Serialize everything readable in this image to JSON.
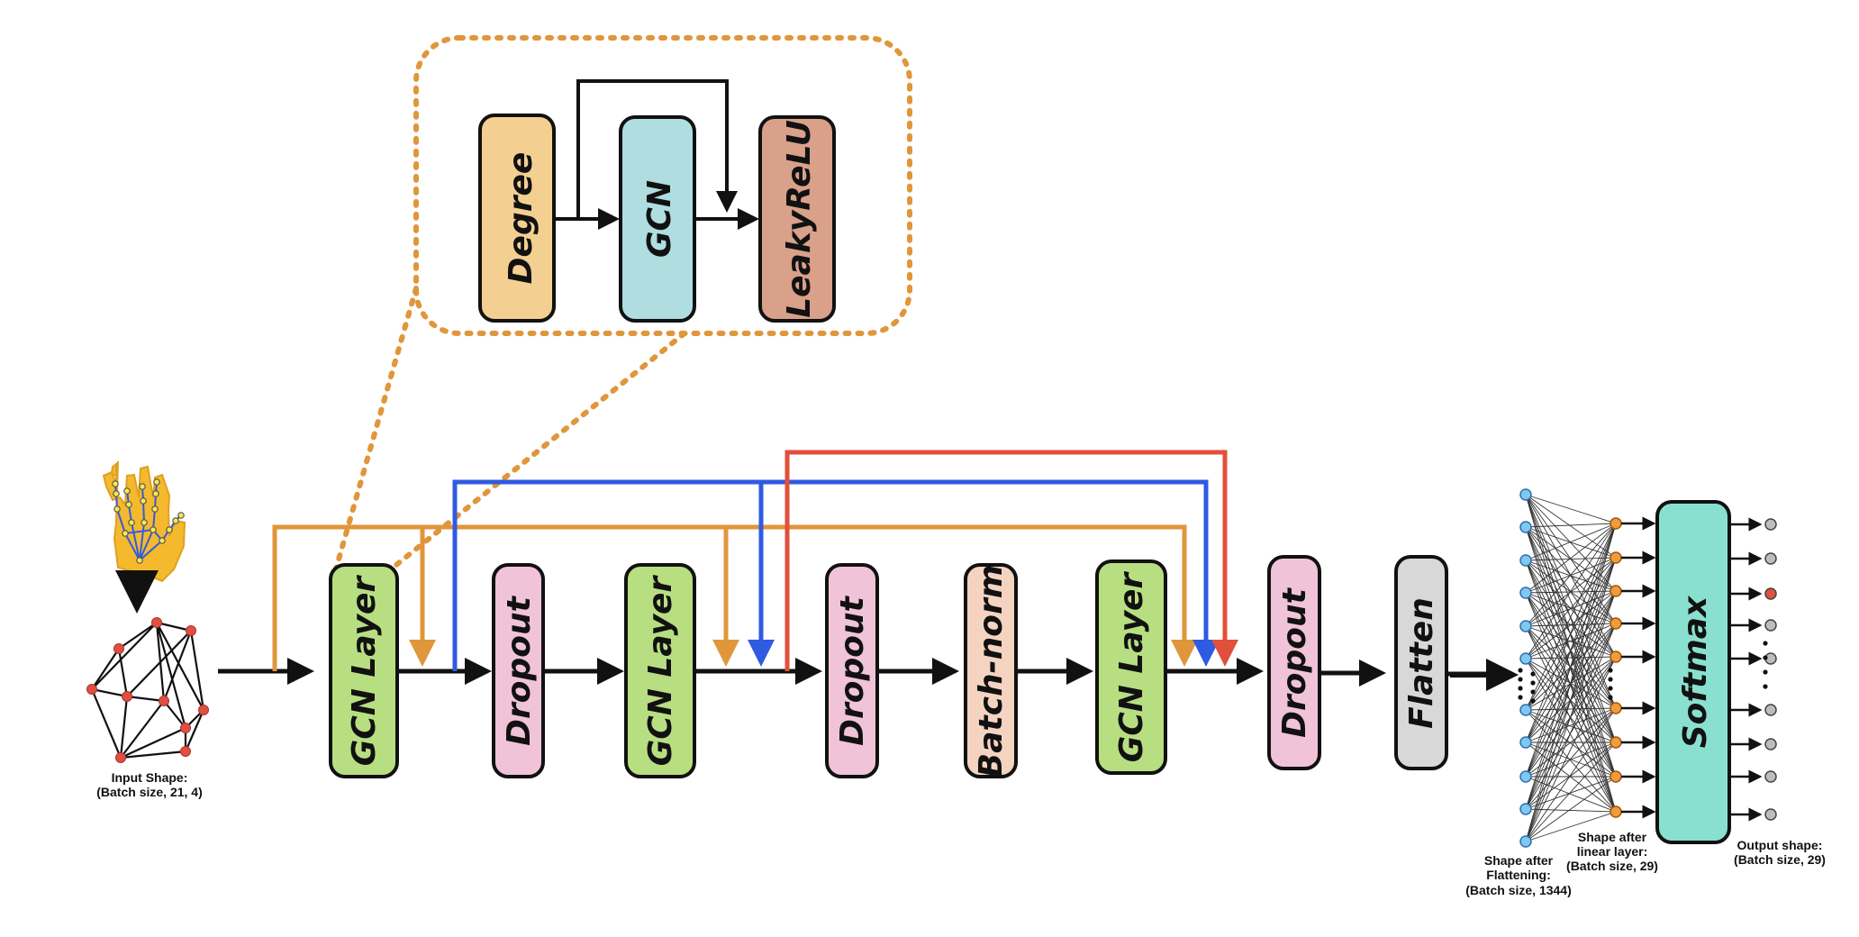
{
  "zoom_inset": {
    "blocks": [
      {
        "label": "Degree",
        "color": "#F3CF91"
      },
      {
        "label": "GCN",
        "color": "#B0DDE0"
      },
      {
        "label": "LeakyReLU",
        "color": "#D9A08A"
      }
    ],
    "border_color": "#E0963A"
  },
  "pipeline": {
    "blocks": [
      {
        "label": "GCN Layer",
        "color": "#B8DE82"
      },
      {
        "label": "Dropout",
        "color": "#F0C3D8"
      },
      {
        "label": "GCN Layer",
        "color": "#B8DE82"
      },
      {
        "label": "Dropout",
        "color": "#F0C3D8"
      },
      {
        "label": "Batch-norm",
        "color": "#F4D4C1"
      },
      {
        "label": "GCN Layer",
        "color": "#B8DE82"
      },
      {
        "label": "Dropout",
        "color": "#F0C3D8"
      },
      {
        "label": "Flatten",
        "color": "#D8D8D8"
      }
    ],
    "softmax": {
      "label": "Softmax",
      "color": "#8AE0D0"
    },
    "skip_colors": {
      "orange": "#E0963A",
      "blue": "#2F5BE0",
      "red": "#E0503A"
    }
  },
  "captions": {
    "input_title": "Input Shape:",
    "input_value": "(Batch size, 21, 4)",
    "flatten_line1": "Shape after",
    "flatten_line2": "Flattening:",
    "flatten_line3": "(Batch size, 1344)",
    "linear_line1": "Shape after",
    "linear_line2": "linear layer:",
    "linear_line3": "(Batch size, 29)",
    "output_line1": "Output shape:",
    "output_line2": "(Batch size, 29)"
  },
  "icons": [
    "hand-landmarks-icon",
    "graph-icon"
  ]
}
